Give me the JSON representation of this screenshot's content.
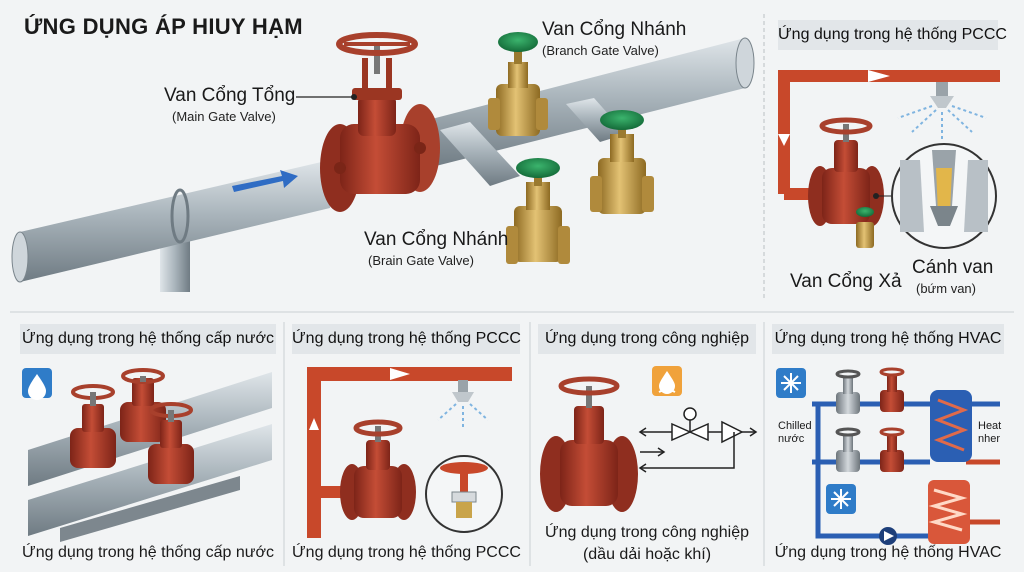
{
  "main": {
    "title": "ỨNG DỤNG ÁP HIUY HẠM",
    "main_valve": {
      "label": "Van Cổng Tổng",
      "sub": "(Main Gate Valve)"
    },
    "branch_valve_top": {
      "label": "Van Cổng Nhánh",
      "sub": "(Branch Gate Valve)"
    },
    "branch_valve_bottom": {
      "label": "Van Cổng Nhánh",
      "sub": "(Brain Gate Valve)"
    }
  },
  "pccc_top": {
    "header": "Ứng dụng trong hệ thống PCCC",
    "drain_valve_label": "Van Cổng Xả",
    "disc_label": "Cánh van",
    "disc_sub": "(bứm van)"
  },
  "panels": [
    {
      "header": "Ứng dụng trong hệ thống cấp nước",
      "caption": "Ứng dụng trong hệ thống cấp nước",
      "icon": "water-drop-icon"
    },
    {
      "header": "Ứng dụng trong hệ thống PCCC",
      "caption": "Ứng dụng trong hệ thống PCCC",
      "icon": "sprinkler-icon"
    },
    {
      "header": "Ứng dụng trong công nghiệp",
      "caption": "Ứng dụng trong công nghiệp",
      "caption2": "(dầu dải hoặc khí)",
      "icon": "oil-drop-icon"
    },
    {
      "header": "Ứng dụng trong hệ thống HVAC",
      "caption": "Ứng dụng trong hệ thống HVAC",
      "chilled_label": "Chilled nước",
      "heat_label": "Heat nher",
      "icon": "snowflake-icon"
    }
  ],
  "colors": {
    "valve_red": "#b8432f",
    "brass": "#c9a44a",
    "handwheel_green": "#1f8a4c",
    "pipe_grey": "#9aa6ae",
    "fire_pipe": "#c8482a",
    "hvac_blue": "#2b5fb3"
  }
}
